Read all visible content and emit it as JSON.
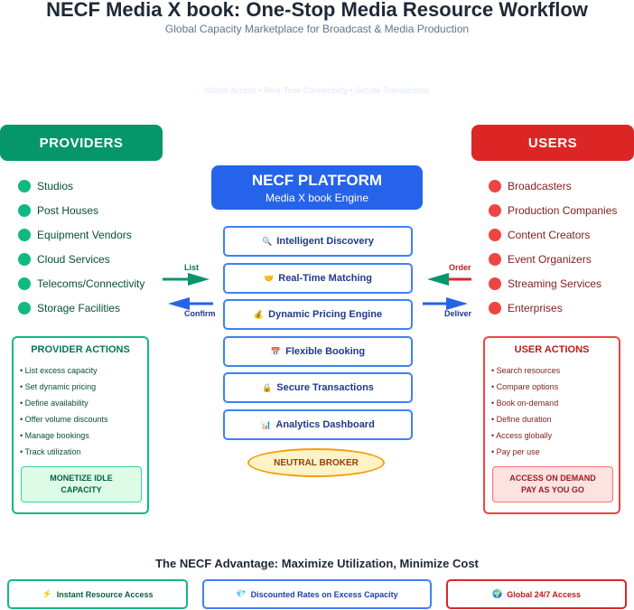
{
  "header": {
    "title": "NECF Media X book: One-Stop Media Resource Workflow",
    "subtitle": "Global Capacity Marketplace for Broadcast & Media Production",
    "tagline": "Global Access • Real-Time Connectivity • Secure Transactions"
  },
  "providers": {
    "title": "PROVIDERS",
    "items": [
      "Studios",
      "Post Houses",
      "Equipment Vendors",
      "Cloud Services",
      "Telecoms/Connectivity",
      "Storage Facilities"
    ],
    "actions_title": "PROVIDER ACTIONS",
    "actions": [
      "• List excess capacity",
      "• Set dynamic pricing",
      "• Define availability",
      "• Offer volume discounts",
      "• Manage bookings",
      "• Track utilization"
    ],
    "cta_line1": "MONETIZE IDLE",
    "cta_line2": "CAPACITY",
    "color": "#059669"
  },
  "users": {
    "title": "USERS",
    "items": [
      "Broadcasters",
      "Production Companies",
      "Content Creators",
      "Event Organizers",
      "Streaming Services",
      "Enterprises"
    ],
    "actions_title": "USER ACTIONS",
    "actions": [
      "• Search resources",
      "• Compare options",
      "• Book on-demand",
      "• Define duration",
      "• Access globally",
      "• Pay per use"
    ],
    "cta_line1": "ACCESS ON DEMAND",
    "cta_line2": "PAY AS YOU GO",
    "color": "#dc2626"
  },
  "platform": {
    "title": "NECF PLATFORM",
    "subtitle": "Media X book Engine",
    "color": "#2563eb",
    "features": [
      {
        "icon": "🔍",
        "icon_name": "magnifier-icon",
        "label": "Intelligent Discovery"
      },
      {
        "icon": "🤝",
        "icon_name": "handshake-icon",
        "label": "Real-Time Matching"
      },
      {
        "icon": "💰",
        "icon_name": "money-bag-icon",
        "label": "Dynamic Pricing Engine"
      },
      {
        "icon": "📅",
        "icon_name": "calendar-icon",
        "label": "Flexible Booking"
      },
      {
        "icon": "🔒",
        "icon_name": "lock-icon",
        "label": "Secure Transactions"
      },
      {
        "icon": "📊",
        "icon_name": "bar-chart-icon",
        "label": "Analytics Dashboard"
      }
    ],
    "broker": "NEUTRAL BROKER"
  },
  "flows": {
    "list": "List",
    "confirm": "Confirm",
    "order": "Order",
    "deliver": "Deliver"
  },
  "advantage": {
    "title": "The NECF Advantage: Maximize Utilization, Minimize Cost",
    "items": [
      {
        "icon": "⚡",
        "label": "Instant Resource Access"
      },
      {
        "icon": "💎",
        "label": "Discounted Rates on Excess Capacity"
      },
      {
        "icon": "🌍",
        "label": "Global 24/7 Access"
      }
    ]
  }
}
